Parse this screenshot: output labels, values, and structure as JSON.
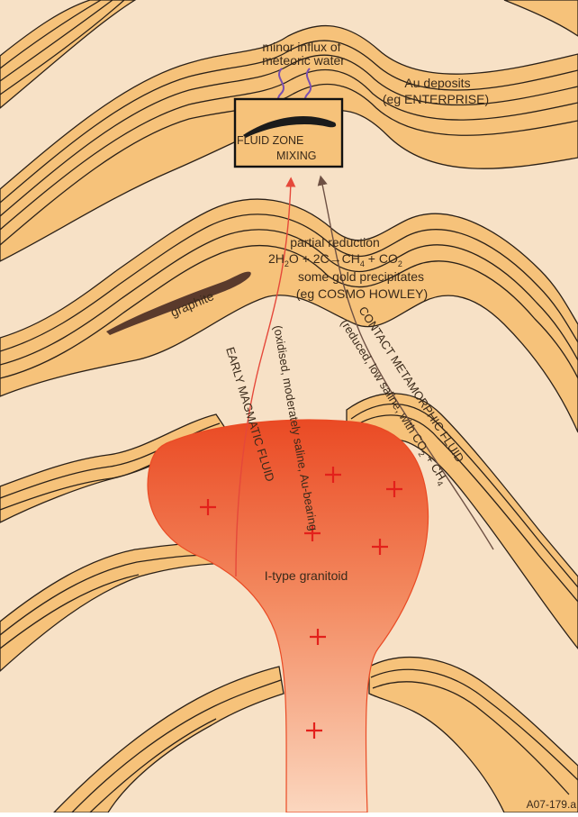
{
  "labels": {
    "meteoric_line1": "minor influx of",
    "meteoric_line2": "meteoric water",
    "au_line1": "Au deposits",
    "au_line2": "(eg ENTERPRISE)",
    "fluid_zone_line1": "FLUID ZONE",
    "fluid_zone_line2": "MIXING",
    "partial_reduction": "partial reduction",
    "reaction_lhs": "2H",
    "reaction_sub_h2o": "2",
    "reaction_mid": "O + 2C",
    "reaction_arrow": "→",
    "reaction_ch": "CH",
    "reaction_sub_ch4": "4",
    "reaction_plus": " + CO",
    "reaction_sub_co2": "2",
    "gold_precip": "some gold precipitates",
    "cosmo_howley": "(eg COSMO HOWLEY)",
    "graphite": "graphite",
    "early_magmatic": "EARLY MAGMATIC FLUID",
    "oxidised": "(oxidised, moderately saline, Au-bearing",
    "contact_meta": "CONTACT METAMORPHIC FLUID",
    "reduced": "(reduced, low saline, with CO",
    "reduced_sub_co2": "2",
    "reduced_mid": " + CH",
    "reduced_sub_ch4": "4",
    "granitoid": "I-type granitoid",
    "figure_id": "A07-179.a"
  },
  "colors": {
    "background": "#f7e1c6",
    "band_fill": "#f6c27a",
    "band_line": "#2b2118",
    "granite_top": "#ea4a24",
    "granite_bottom": "#fbd7bf",
    "cross": "#e3201b",
    "magmatic_arrow": "#e5483a",
    "contact_arrow": "#6e5144",
    "meteoric_arrow": "#7a4fb0",
    "graphite": "#5a3a2c"
  },
  "icons": {
    "cross": "plus-sign",
    "arrow": "arrow-up"
  }
}
